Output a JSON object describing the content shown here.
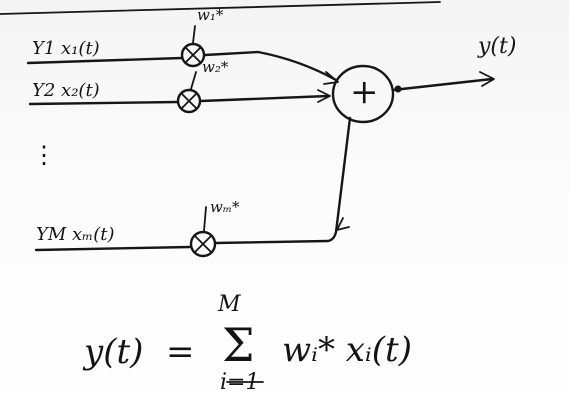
{
  "diagram": {
    "inputs": [
      {
        "label": "Y1 x₁(t)",
        "weight": "w₁*"
      },
      {
        "label": "Y2 x₂(t)",
        "weight": "w₂*"
      },
      {
        "label": "YM xₘ(t)",
        "weight": "wₘ*"
      }
    ],
    "ellipsis": "⋮",
    "summer_symbol": "+",
    "output_label": "y(t)"
  },
  "equation": {
    "lhs": "y(t)",
    "equals": "=",
    "sum_symbol": "Σ",
    "upper_limit": "M",
    "lower_limit": "i=1",
    "term": "wᵢ* xᵢ(t)"
  }
}
